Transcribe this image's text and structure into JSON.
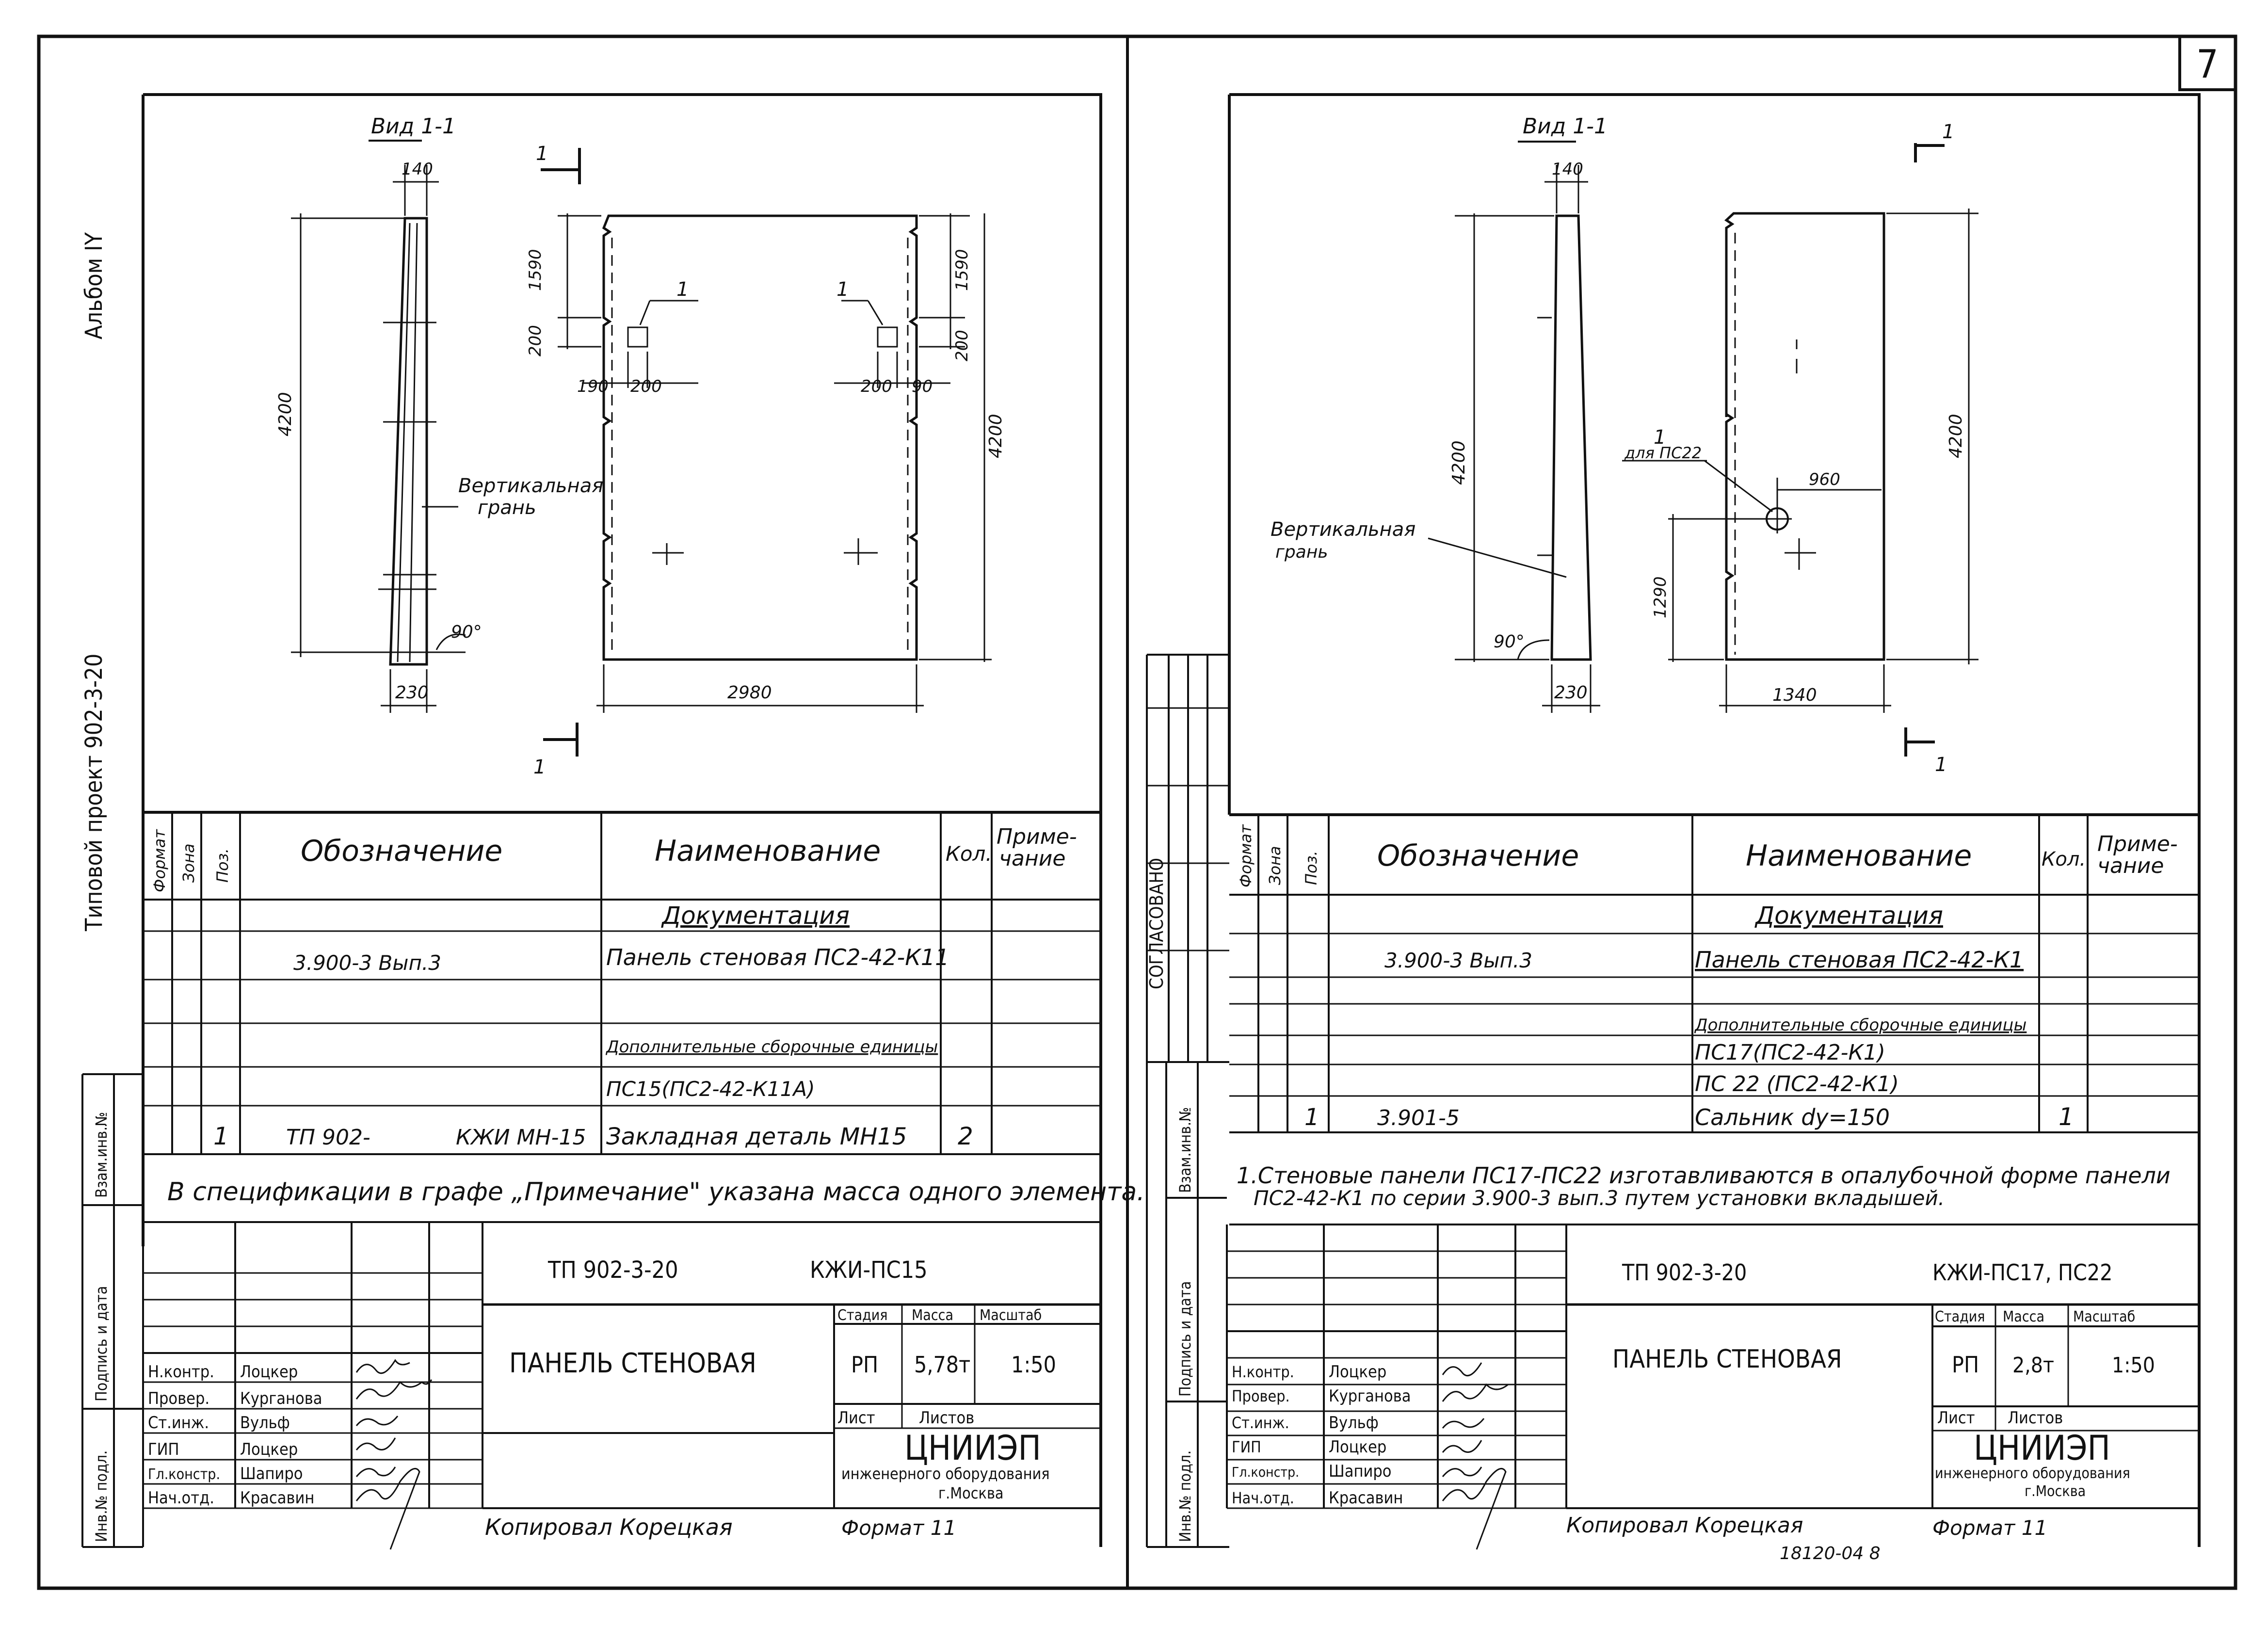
{
  "sheet": {
    "number": "7"
  },
  "margin": {
    "left_album": "Альбом IY",
    "left_project": "Типовой проект 902-3-20",
    "stamp_cols": [
      "Инв.№ подл.",
      "Подпись и дата",
      "Взам.инв.№"
    ],
    "agreed": "СОГЛАСОВАНО"
  },
  "left": {
    "view_label": "Вид 1-1",
    "dims": {
      "top_width": "140",
      "height": "4200",
      "right_height": "4200",
      "top_seg": "1590",
      "top_seg_r": "1590",
      "gap": "200",
      "gap_r": "200",
      "bottom_width": "230",
      "width": "2980",
      "off_l": "190",
      "w_l": "200",
      "w_r": "200",
      "off_r": "90"
    },
    "vert_face": [
      "Вертикальная",
      "грань"
    ],
    "angle": "90°",
    "pos_marker": "1",
    "section": "1",
    "spec": {
      "headers": [
        "Формат",
        "Зона",
        "Поз.",
        "Обозначение",
        "Наименование",
        "Кол.",
        "Приме-",
        "чание"
      ],
      "doc_header": "Документация",
      "rows": [
        {
          "desig": "3.900-3 Вып.3",
          "name": "Панель стеновая ПС2-42-К11"
        },
        {
          "desig": "",
          "name": "Дополнительные сборочные единицы"
        },
        {
          "desig": "",
          "name": "ПС15(ПС2-42-К11А)"
        },
        {
          "pos": "1",
          "desig": "ТП 902-",
          "desig2": "КЖИ МН-15",
          "name": "Закладная деталь МН15",
          "qty": "2"
        }
      ]
    },
    "note": "В спецификации в графе „Примечание\" указана масса одного элемента.",
    "title_block": {
      "project_code": "ТП 902-3-20",
      "sheet_code": "КЖИ-ПС15",
      "title": "ПАНЕЛЬ СТЕНОВАЯ",
      "stage_label": "Стадия",
      "mass_label": "Масса",
      "scale_label": "Масштаб",
      "stage": "РП",
      "mass": "5,78т",
      "scale": "1:50",
      "sheet_label": "Лист",
      "sheets_label": "Листов",
      "org": "ЦНИИЭП",
      "org_sub": "инженерного оборудования",
      "city": "г.Москва",
      "roles": [
        {
          "role": "Н.контр.",
          "name": "Лоцкер"
        },
        {
          "role": "Провер.",
          "name": "Курганова"
        },
        {
          "role": "Ст.инж.",
          "name": "Вульф"
        },
        {
          "role": "ГИП",
          "name": "Лоцкер"
        },
        {
          "role": "Гл.констр.",
          "name": "Шапиро"
        },
        {
          "role": "Нач.отд.",
          "name": "Красавин"
        }
      ],
      "copied": "Копировал Корецкая",
      "format": "Формат 11"
    }
  },
  "right": {
    "view_label": "Вид 1-1",
    "dims": {
      "top_width": "140",
      "height": "4200",
      "right_height": "4200",
      "bottom_width": "230",
      "width": "1340",
      "pos_x": "960",
      "pos_y": "1290"
    },
    "vert_face": [
      "Вертикальная",
      "грань"
    ],
    "angle": "90°",
    "pos_marker": "1",
    "pos_for": "для ПС22",
    "section": "1",
    "spec": {
      "headers": [
        "Формат",
        "Зона",
        "Поз.",
        "Обозначение",
        "Наименование",
        "Кол.",
        "Приме-",
        "чание"
      ],
      "doc_header": "Документация",
      "rows": [
        {
          "desig": "3.900-3 Вып.3",
          "name": "Панель стеновая ПС2-42-К1"
        },
        {
          "desig": "",
          "name": "Дополнительные сборочные единицы"
        },
        {
          "desig": "",
          "name": "ПС17(ПС2-42-К1)"
        },
        {
          "desig": "",
          "name": "ПС 22 (ПС2-42-К1)"
        },
        {
          "pos": "1",
          "desig": "3.901-5",
          "name": "Сальник dy=150",
          "qty": "1"
        }
      ]
    },
    "note_1": "1.Стеновые панели ПС17-ПС22 изготавливаются в опалубочной форме панели",
    "note_2": "ПС2-42-К1 по серии 3.900-3 вып.3 путем установки вкладышей.",
    "title_block": {
      "project_code": "ТП 902-3-20",
      "sheet_code": "КЖИ-ПС17, ПС22",
      "title": "ПАНЕЛЬ СТЕНОВАЯ",
      "stage_label": "Стадия",
      "mass_label": "Масса",
      "scale_label": "Масштаб",
      "stage": "РП",
      "mass": "2,8т",
      "scale": "1:50",
      "sheet_label": "Лист",
      "sheets_label": "Листов",
      "org": "ЦНИИЭП",
      "org_sub": "инженерного оборудования",
      "city": "г.Москва",
      "roles": [
        {
          "role": "Н.контр.",
          "name": "Лоцкер"
        },
        {
          "role": "Провер.",
          "name": "Курганова"
        },
        {
          "role": "Ст.инж.",
          "name": "Вульф"
        },
        {
          "role": "ГИП",
          "name": "Лоцкер"
        },
        {
          "role": "Гл.констр.",
          "name": "Шапиро"
        },
        {
          "role": "Нач.отд.",
          "name": "Красавин"
        }
      ],
      "copied": "Копировал Корецкая",
      "format": "Формат 11",
      "order": "18120-04 8"
    }
  }
}
